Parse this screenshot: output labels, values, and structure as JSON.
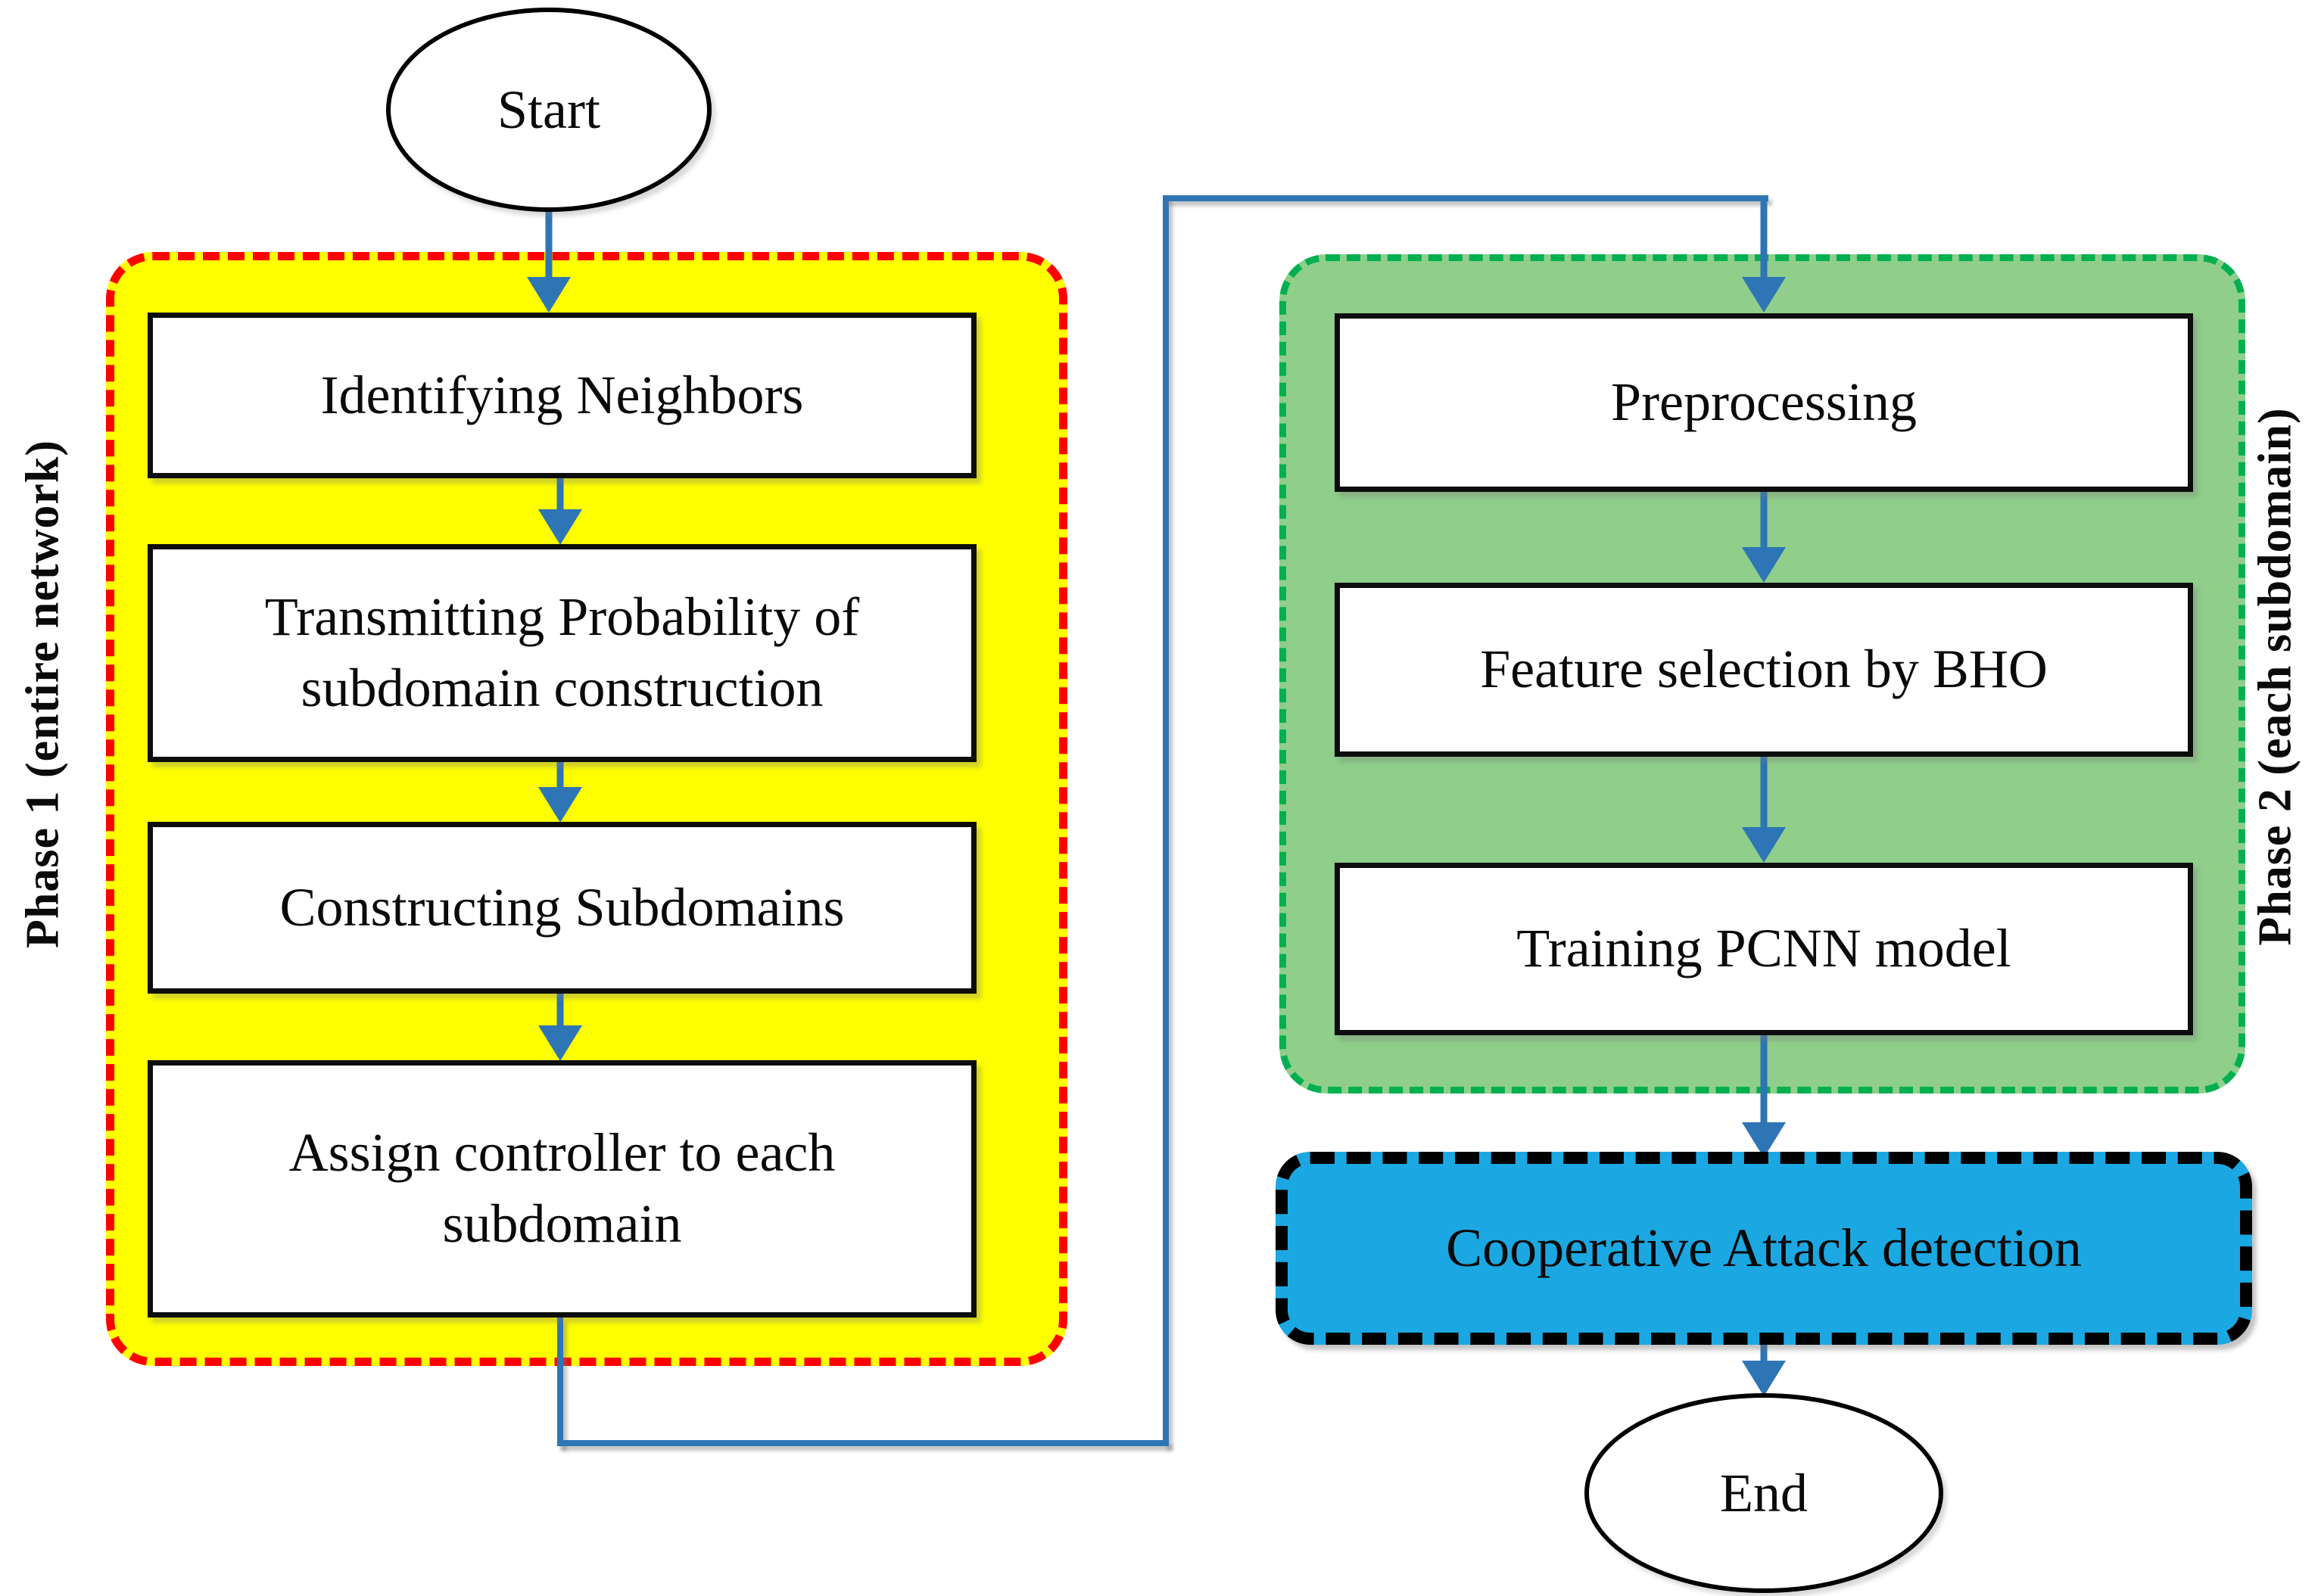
{
  "flowchart": {
    "start": "Start",
    "end": "End",
    "phase1": {
      "label": "Phase 1 (entire network)",
      "steps": [
        "Identifying Neighbors",
        "Transmitting Probability of subdomain construction",
        "Constructing Subdomains",
        "Assign controller to each subdomain"
      ]
    },
    "phase2": {
      "label": "Phase 2 (each subdomain)",
      "steps": [
        "Preprocessing",
        "Feature selection by BHO",
        "Training PCNN model"
      ]
    },
    "detection": "Cooperative Attack detection",
    "colors": {
      "phase1_fill": "#FFFF00",
      "phase1_border": "#FE0000",
      "phase2_fill": "#8FCE8B",
      "phase2_border": "#00B050",
      "detection_fill": "#1BA8E2",
      "detection_border": "#000000",
      "flow_line": "#2E75B6",
      "node_border": "#0D0D0D"
    }
  }
}
